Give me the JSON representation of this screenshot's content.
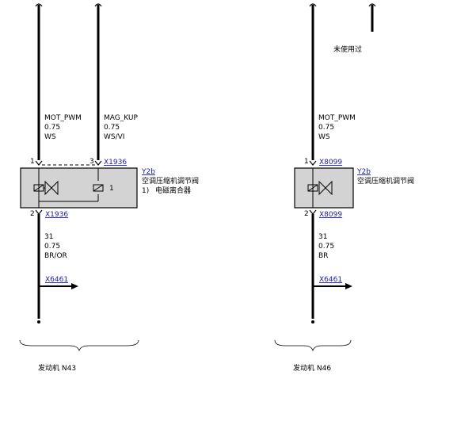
{
  "notes": {
    "unused": "未使用过"
  },
  "left": {
    "wire1": {
      "signal": "MOT_PWM",
      "size": "0.75",
      "color": "WS"
    },
    "wire2": {
      "signal": "MAG_KUP",
      "size": "0.75",
      "color": "WS/VI"
    },
    "pin1": "1",
    "pin3": "3",
    "connector_top": "X1936",
    "component_id": "Y2b",
    "component_name": "空调压缩机调节阀",
    "clutch_note_num": "1)",
    "clutch_note_text": "电磁离合器",
    "clutch_pin": "1",
    "pin2": "2",
    "connector_bottom": "X1936",
    "wire_out": {
      "signal": "31",
      "size": "0.75",
      "color": "BR/OR"
    },
    "ground_connector": "X6461",
    "engine": "发动机 N43"
  },
  "right": {
    "wire1": {
      "signal": "MOT_PWM",
      "size": "0.75",
      "color": "WS"
    },
    "pin1": "1",
    "connector_top": "X8099",
    "component_id": "Y2b",
    "component_name": "空调压缩机调节阀",
    "pin2": "2",
    "connector_bottom": "X8099",
    "wire_out": {
      "signal": "31",
      "size": "0.75",
      "color": "BR"
    },
    "ground_connector": "X6461",
    "engine": "发动机 N46"
  },
  "colors": {
    "wire": "#000000",
    "component_fill": "#d3d3d3",
    "link": "#1a1aa6"
  }
}
